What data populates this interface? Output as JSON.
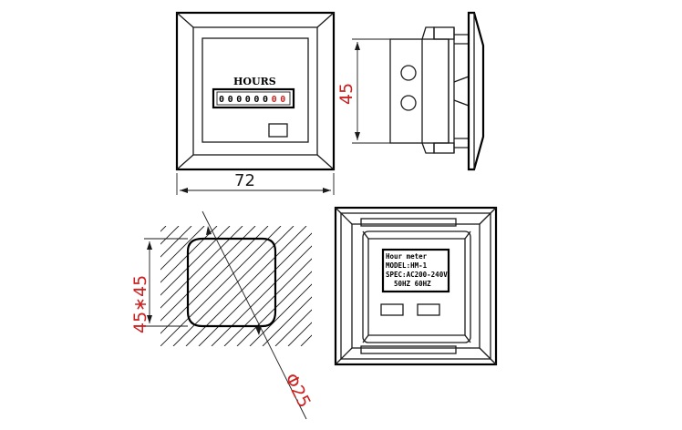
{
  "front_view": {
    "dial_label": "HOURS",
    "counter_digits": [
      "0",
      "0",
      "0",
      "0",
      "0",
      "0",
      "0",
      "0"
    ],
    "counter_digit_colors": [
      "#000000",
      "#000000",
      "#000000",
      "#000000",
      "#000000",
      "#000000",
      "#cc2222",
      "#cc2222"
    ],
    "width_dimension": "72"
  },
  "side_view": {
    "height_dimension": "45"
  },
  "panel_cutout": {
    "cutout_dimension": "45∗45",
    "diameter_dimension": "Φ25"
  },
  "rear_view": {
    "nameplate_lines": [
      "Hour meter",
      "MODEL:HM-1",
      "SPEC:AC200-240V",
      "50HZ  60HZ"
    ]
  },
  "colors": {
    "dimension_text": "#cc2222",
    "line": "#1a1a1a"
  }
}
